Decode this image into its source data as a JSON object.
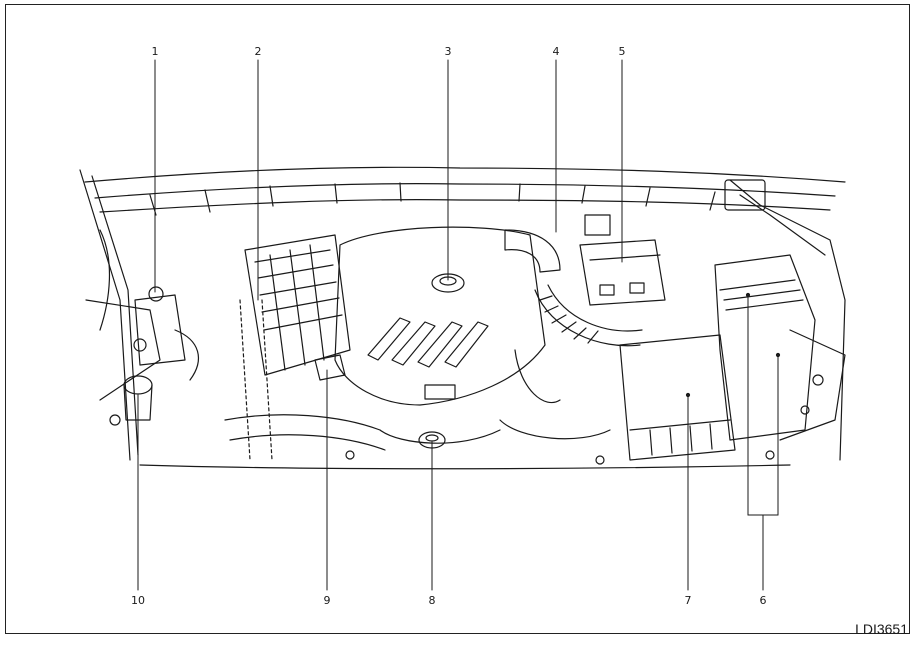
{
  "diagram": {
    "figure_id": "LDI3651",
    "callouts": {
      "c1": "1",
      "c2": "2",
      "c3": "3",
      "c4": "4",
      "c5": "5",
      "c6": "6",
      "c7": "7",
      "c8": "8",
      "c9": "9",
      "c10": "10"
    }
  },
  "colors": {
    "line": "#1a1a1a",
    "background": "#ffffff",
    "frame": "#222222"
  }
}
